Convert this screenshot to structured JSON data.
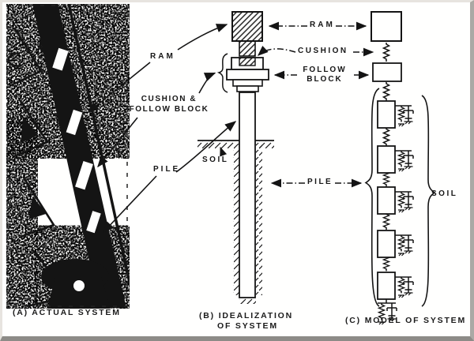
{
  "figure_title": "pile driving system diagram",
  "panel_a": {
    "caption": "(A) ACTUAL SYSTEM",
    "label_ram": "RAM",
    "label_cushion_follow_line1": "CUSHION &",
    "label_cushion_follow_line2": "FOLLOW BLOCK",
    "label_pile": "PILE"
  },
  "panel_b": {
    "caption_line1": "(B) IDEALIZATION",
    "caption_line2": "OF SYSTEM",
    "label_soil": "SOIL"
  },
  "linking_labels": {
    "ram": "RAM",
    "cushion": "CUSHION",
    "follow_line1": "FOLLOW",
    "follow_line2": "BLOCK",
    "pile": "PILE"
  },
  "panel_c": {
    "caption": "(C) MODEL OF SYSTEM",
    "label_soil": "SOIL",
    "pile_segment_count": 5
  },
  "colors": {
    "ink": "#141414",
    "paper": "#fffffe",
    "frame_light": "#e7e4df",
    "frame_dark": "#8d8b87"
  }
}
